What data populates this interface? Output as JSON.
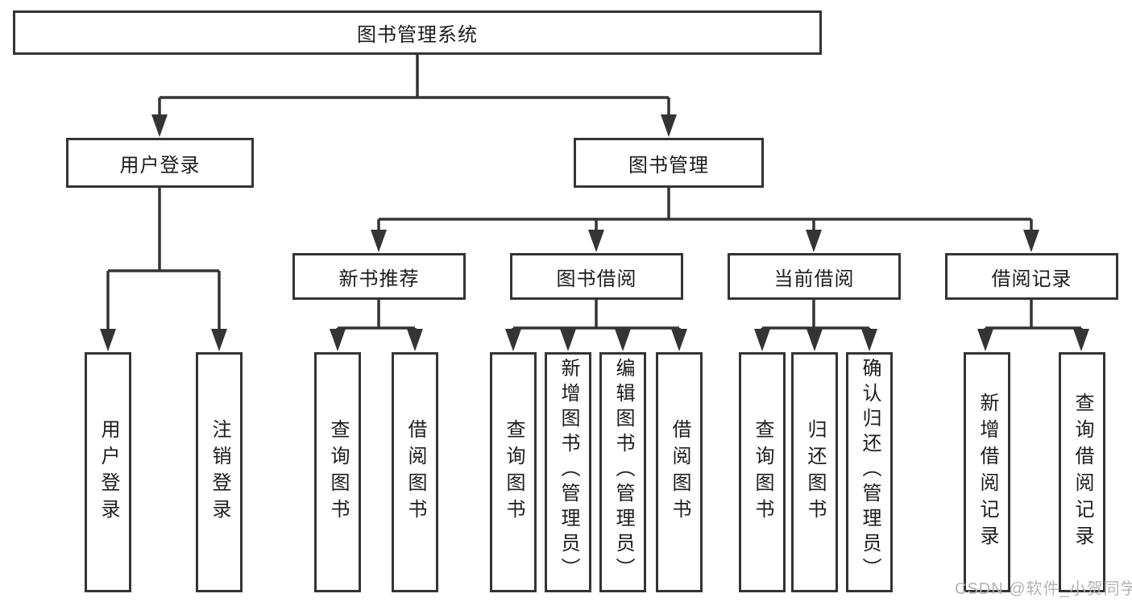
{
  "tree": {
    "root": {
      "label": "图书管理系统"
    },
    "user_login": {
      "label": "用户登录",
      "children": [
        {
          "label": "用户登录"
        },
        {
          "label": "注销登录"
        }
      ]
    },
    "book_mgmt": {
      "label": "图书管理",
      "sections": {
        "new_book_rec": {
          "label": "新书推荐",
          "children": [
            {
              "label": "查询图书"
            },
            {
              "label": "借阅图书"
            }
          ]
        },
        "book_borrow": {
          "label": "图书借阅",
          "children": [
            {
              "label": "查询图书"
            },
            {
              "label": "新增图书（管理员）"
            },
            {
              "label": "编辑图书（管理员）"
            },
            {
              "label": "借阅图书"
            }
          ]
        },
        "current_borrow": {
          "label": "当前借阅",
          "children": [
            {
              "label": "查询图书"
            },
            {
              "label": "归还图书"
            },
            {
              "label": "确认归还（管理员）"
            }
          ]
        },
        "borrow_record": {
          "label": "借阅记录",
          "children": [
            {
              "label": "新增借阅记录"
            },
            {
              "label": "查询借阅记录"
            }
          ]
        }
      }
    }
  },
  "watermark": {
    "text": "CSDN @软件_小贺同学"
  },
  "colors": {
    "line": "#343434",
    "box_border": "#343434",
    "text": "#1c1c1e",
    "background": "#ffffff",
    "watermark": "#b3b3b3"
  }
}
